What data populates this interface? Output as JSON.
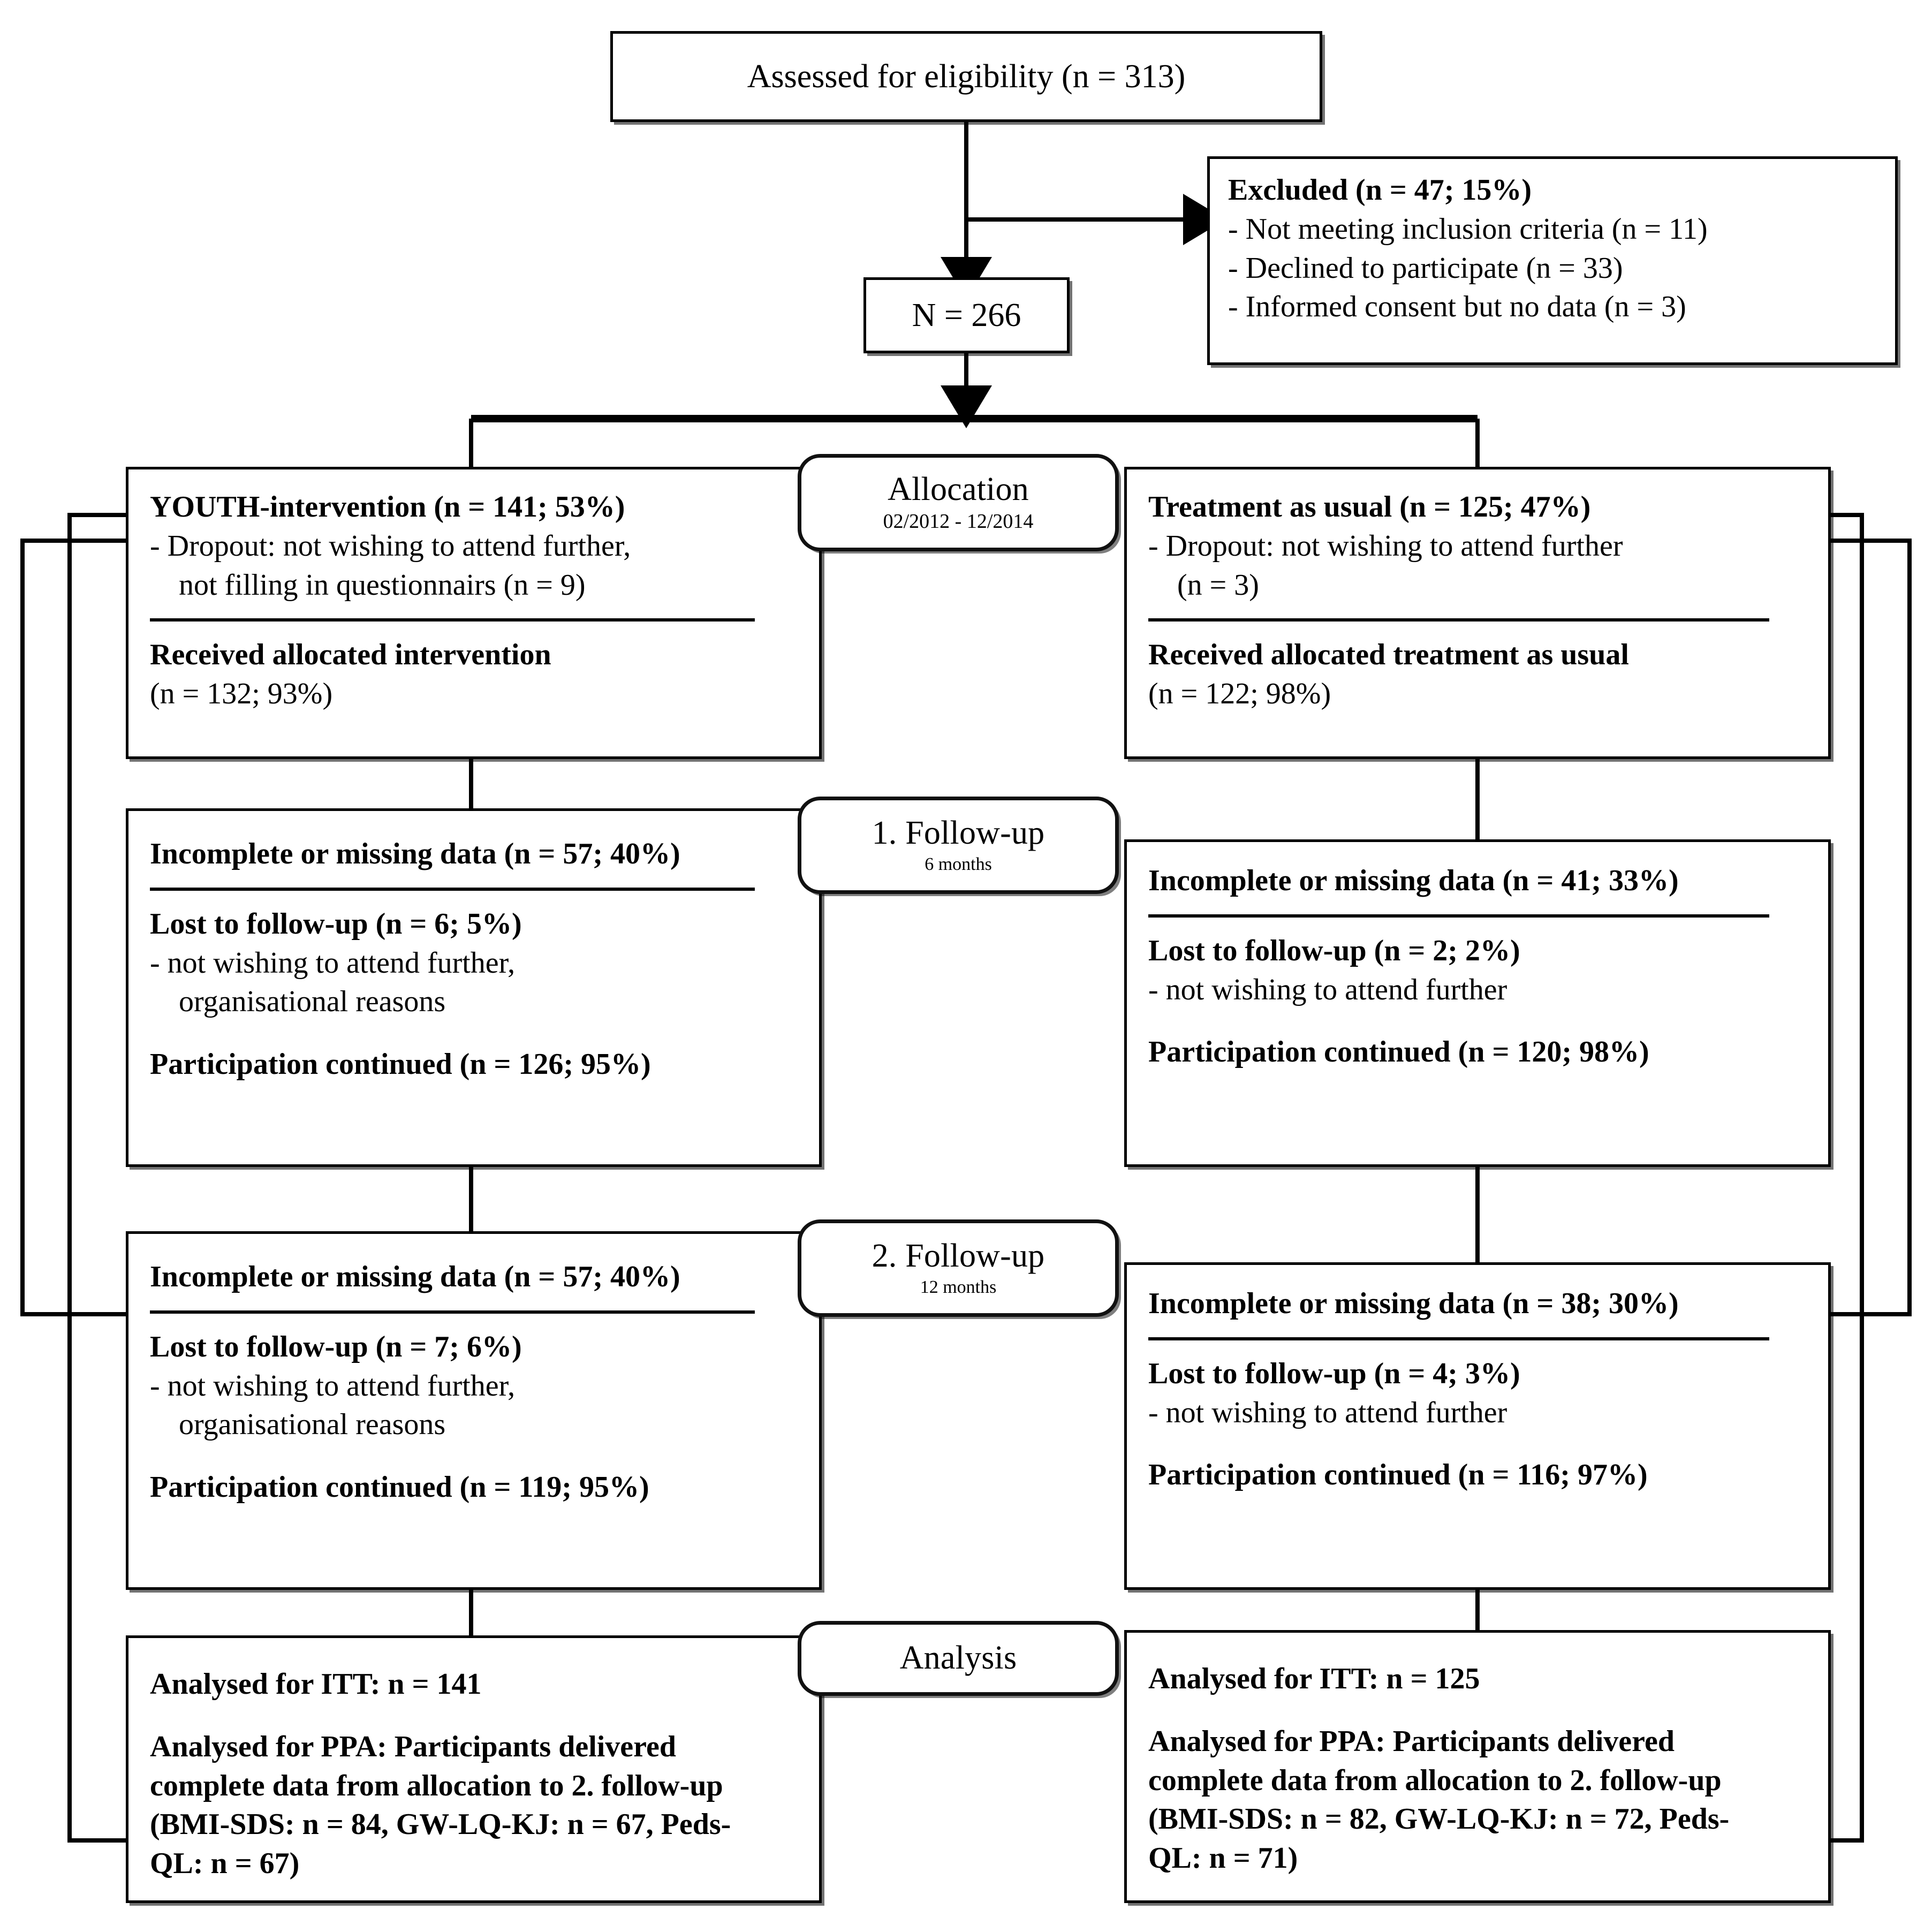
{
  "diagram": {
    "type": "consort-flow-diagram",
    "title_top": "Assessed for eligibility (n = 313)",
    "enrolled": "N = 266"
  },
  "excluded": {
    "heading": "Excluded (n = 47; 15%)",
    "items": [
      "- Not meeting inclusion criteria (n = 11)",
      "- Declined to participate (n = 33)",
      "- Informed consent but no data (n = 3)"
    ]
  },
  "stages": {
    "allocation": {
      "title": "Allocation",
      "subtitle": "02/2012 - 12/2014"
    },
    "followup1": {
      "title": "1. Follow-up",
      "subtitle": "6 months"
    },
    "followup2": {
      "title": "2. Follow-up",
      "subtitle": "12 months"
    },
    "analysis": {
      "title": "Analysis",
      "subtitle": ""
    }
  },
  "left_arm": {
    "allocation": {
      "l1": "YOUTH-intervention (n = 141; 53%)",
      "l2": "- Dropout: not wishing to attend further,",
      "l3": "not filling in questionnairs (n = 9)",
      "l4": "Received allocated intervention",
      "l5": "(n = 132; 93%)"
    },
    "followup1": {
      "l1": "Incomplete or missing data (n = 57; 40%)",
      "l2": "Lost to follow-up (n = 6; 5%)",
      "l3": "- not wishing to attend further,",
      "l4": "organisational reasons",
      "l5": "Participation continued (n = 126; 95%)"
    },
    "followup2": {
      "l1": "Incomplete or missing data (n = 57; 40%)",
      "l2": "Lost to follow-up (n = 7; 6%)",
      "l3": "- not wishing to attend further,",
      "l4": "organisational reasons",
      "l5": "Participation continued (n = 119; 95%)"
    },
    "analysis": {
      "l1": "Analysed for ITT: n = 141",
      "l2": "Analysed for PPA: Participants delivered",
      "l3": "complete data from allocation to 2. follow-up",
      "l4": "(BMI-SDS: n = 84, GW-LQ-KJ: n = 67, Peds-",
      "l5": "QL: n = 67)"
    }
  },
  "right_arm": {
    "allocation": {
      "l1": "Treatment as usual (n = 125; 47%)",
      "l2": "- Dropout: not wishing to attend further",
      "l3": "(n = 3)",
      "l4": "Received allocated treatment as usual",
      "l5": "(n = 122; 98%)"
    },
    "followup1": {
      "l1": "Incomplete or missing data (n = 41; 33%)",
      "l2": "Lost to follow-up (n = 2; 2%)",
      "l3": "- not wishing to attend further",
      "l4": "",
      "l5": "Participation continued (n = 120; 98%)"
    },
    "followup2": {
      "l1": "Incomplete or missing data (n = 38; 30%)",
      "l2": "Lost to follow-up (n = 4; 3%)",
      "l3": "- not wishing to attend further",
      "l4": "",
      "l5": "Participation continued (n = 116; 97%)"
    },
    "analysis": {
      "l1": "Analysed for ITT: n = 125",
      "l2": "Analysed for PPA: Participants delivered",
      "l3": "complete data from allocation to 2. follow-up",
      "l4": "(BMI-SDS: n = 82, GW-LQ-KJ: n = 72, Peds-",
      "l5": "QL: n = 71)"
    }
  },
  "colors": {
    "stroke": "#000000",
    "background": "#ffffff"
  }
}
